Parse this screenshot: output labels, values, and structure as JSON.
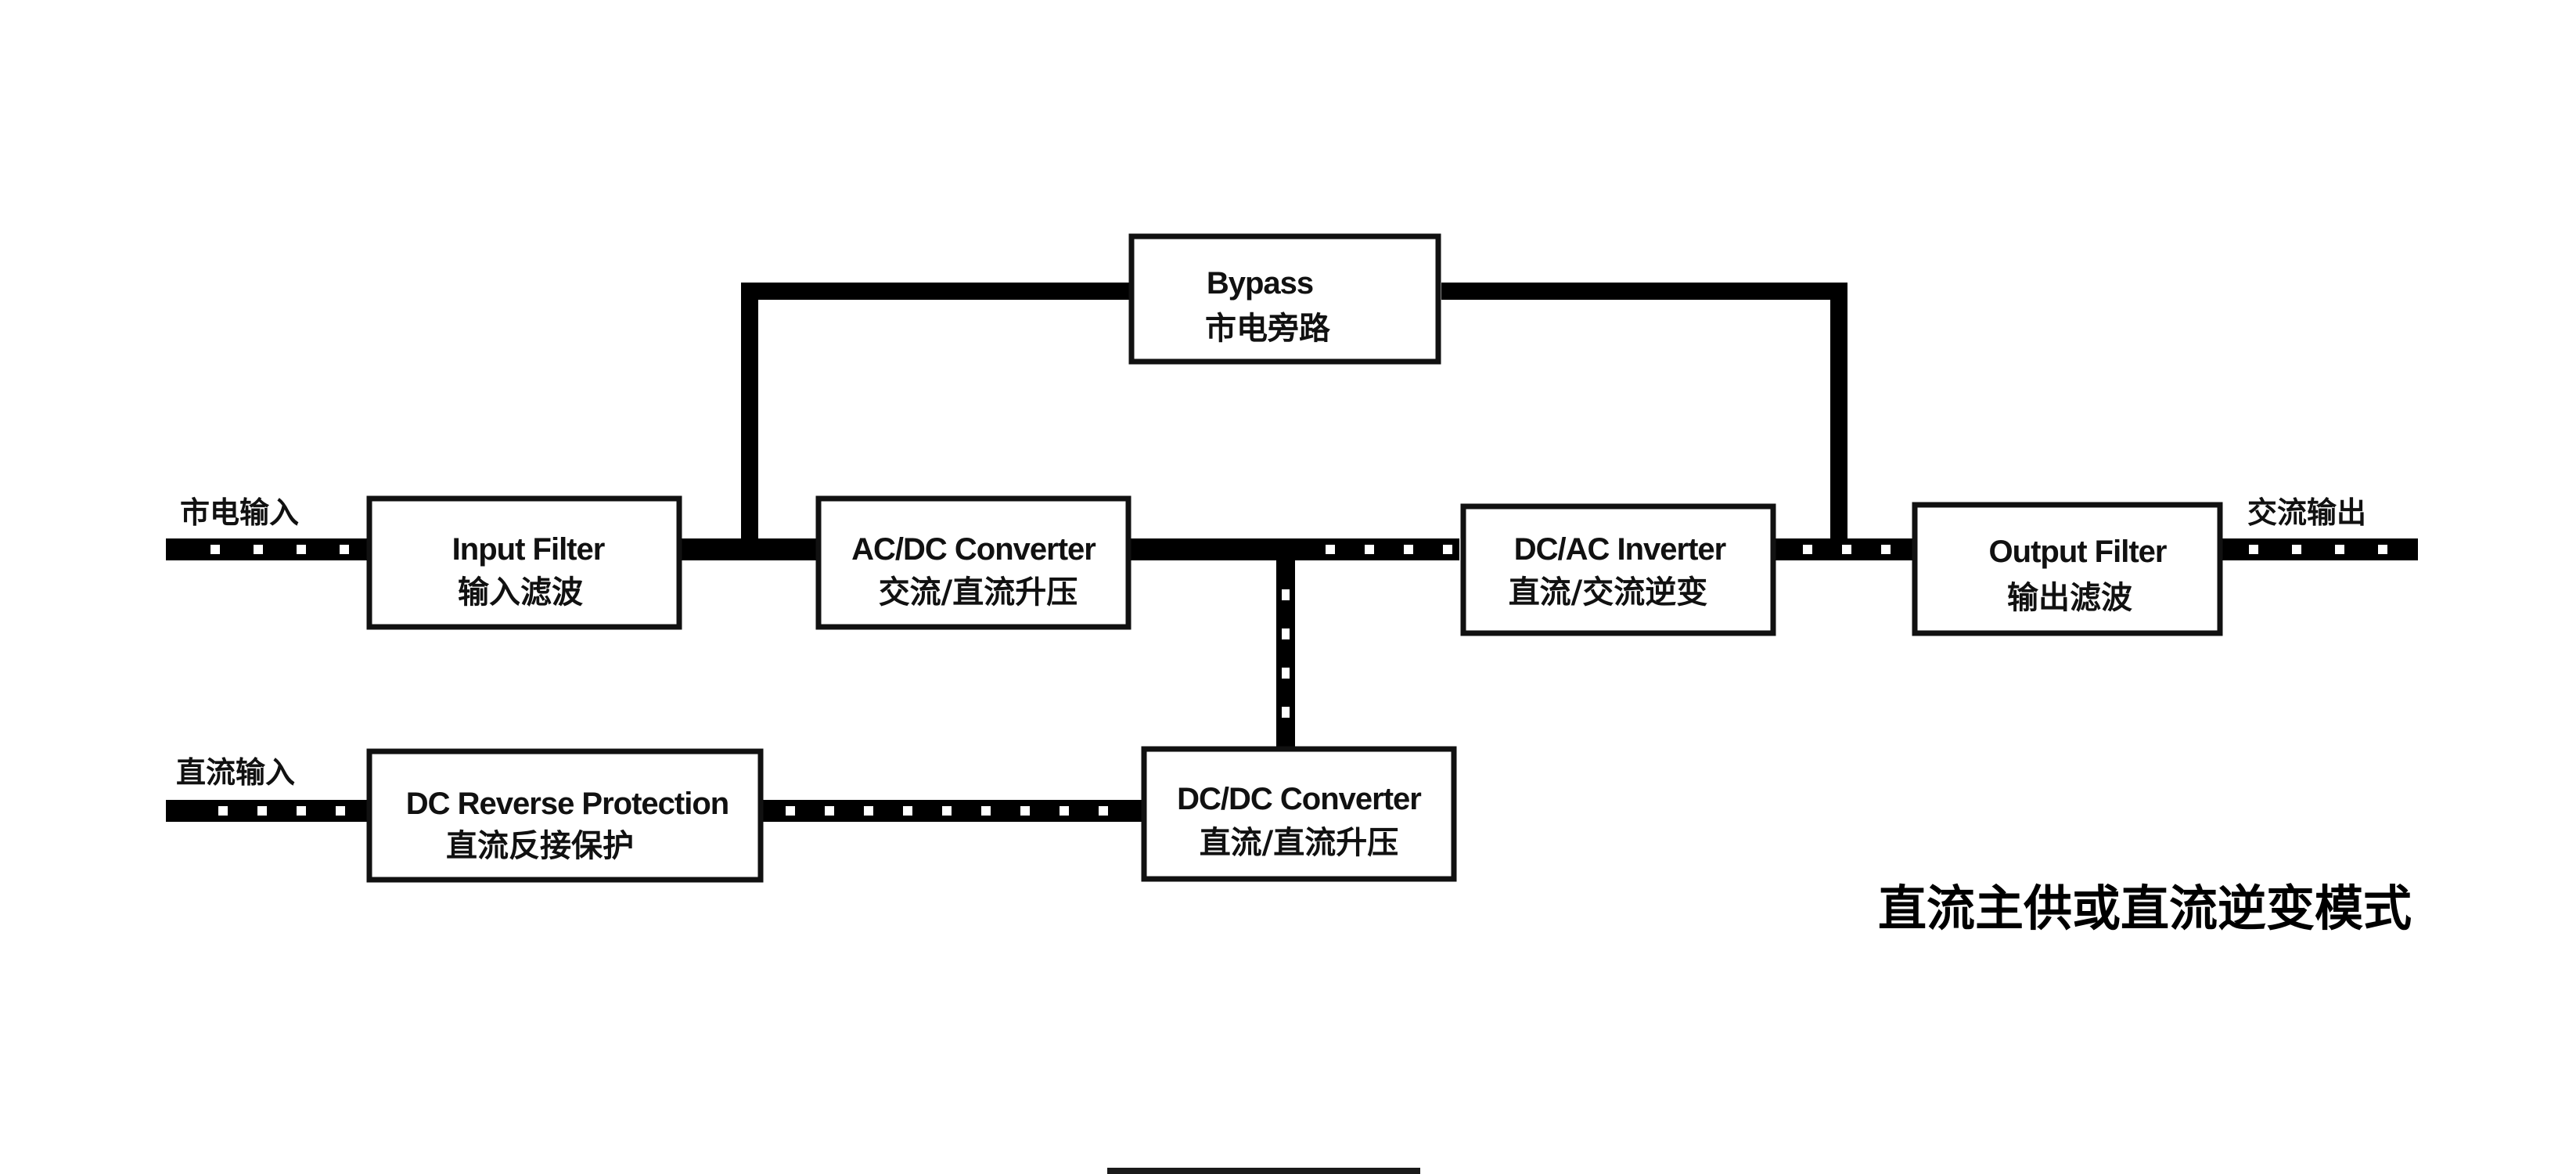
{
  "diagram": {
    "title": "直流主供或直流逆变模式",
    "colors": {
      "line": "#000000",
      "box_border": "#111111",
      "background": "#ffffff",
      "dotted_line_fill": "#ffffff"
    },
    "io_labels": {
      "mains_input": "市电输入",
      "dc_input": "直流输入",
      "ac_output": "交流输出"
    },
    "blocks": {
      "bypass": {
        "en": "Bypass",
        "zh": "市电旁路"
      },
      "input_filter": {
        "en": "Input Filter",
        "zh": "输入滤波"
      },
      "ac_dc_converter": {
        "en": "AC/DC Converter",
        "zh": "交流/直流升压"
      },
      "dc_ac_inverter": {
        "en": "DC/AC Inverter",
        "zh": "直流/交流逆变"
      },
      "output_filter": {
        "en": "Output Filter",
        "zh": "输出滤波"
      },
      "dc_reverse_protection": {
        "en": "DC Reverse Protection",
        "zh": "直流反接保护"
      },
      "dc_dc_converter": {
        "en": "DC/DC Converter",
        "zh": "直流/直流升压"
      }
    },
    "connections": [
      {
        "from": "mains_input",
        "to": "input_filter",
        "style": "dotted",
        "active": true
      },
      {
        "from": "input_filter",
        "to": "ac_dc_converter",
        "style": "solid",
        "active": false
      },
      {
        "from": "input_filter",
        "to": "bypass",
        "style": "solid",
        "active": false
      },
      {
        "from": "bypass",
        "to": "output_filter",
        "style": "solid",
        "active": false
      },
      {
        "from": "ac_dc_converter",
        "to": "dc_ac_inverter",
        "style": "solid",
        "active": false
      },
      {
        "from": "dc_dc_converter",
        "to": "dc_ac_inverter",
        "style": "dotted",
        "active": true
      },
      {
        "from": "dc_ac_inverter",
        "to": "output_filter",
        "style": "dotted",
        "active": true
      },
      {
        "from": "output_filter",
        "to": "ac_output",
        "style": "dotted",
        "active": true
      },
      {
        "from": "dc_input",
        "to": "dc_reverse_protection",
        "style": "dotted",
        "active": true
      },
      {
        "from": "dc_reverse_protection",
        "to": "dc_dc_converter",
        "style": "dotted",
        "active": true
      }
    ]
  }
}
